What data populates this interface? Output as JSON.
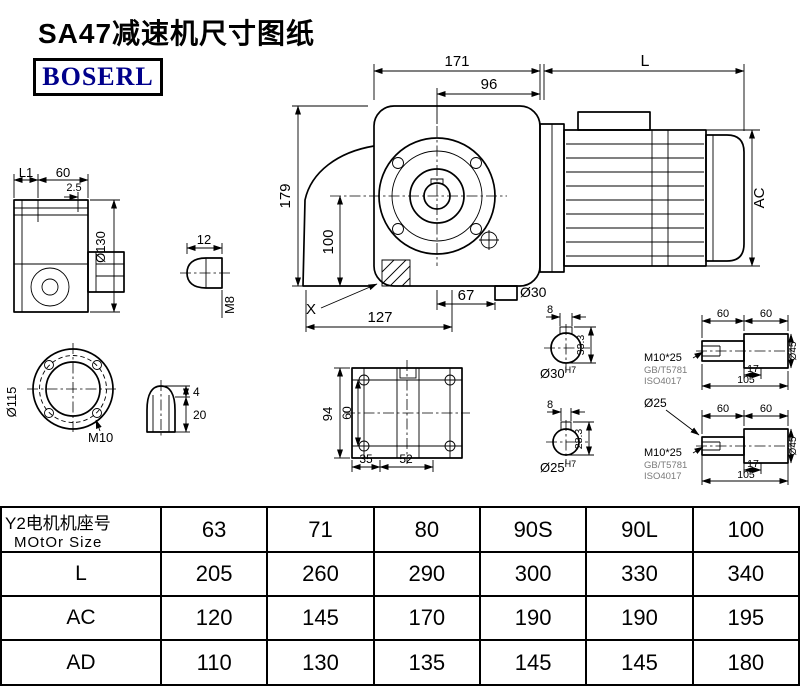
{
  "title": "SA47减速机尺寸图纸",
  "logo_text": "BOSERL",
  "front_view": {
    "dim_width_total": "171",
    "dim_motor_length": "L",
    "dim_width_right": "96",
    "dim_height_total": "179",
    "dim_height_lower": "100",
    "dim_motor_diameter": "AC",
    "shaft_diameter": "Ø30",
    "dim_center_to_face": "67",
    "view_marker": "X",
    "dim_base_width": "127"
  },
  "side_view": {
    "dim_l1": "L1",
    "dim_60": "60",
    "dim_2_5": "2.5",
    "dim_flange_diameter": "Ø130"
  },
  "detail_m8": {
    "dim_12": "12",
    "thread": "M8"
  },
  "flange_view": {
    "diameter": "Ø115",
    "thread": "M10"
  },
  "detail_m10": {
    "dim_4": "4",
    "dim_20": "20"
  },
  "bottom_view": {
    "dim_94": "94",
    "dim_60": "60",
    "dim_35": "35",
    "dim_52": "52"
  },
  "shaft_30": {
    "dim_key_width": "8",
    "dim_key_depth": "33.3",
    "bore": "Ø30",
    "bore_tol": "H7",
    "dim_60a": "60",
    "dim_60b": "60",
    "thread_spec": "M10*25",
    "std_gb": "GB/T5781",
    "std_iso": "ISO4017",
    "dim_17": "17",
    "dim_105": "105",
    "dim_od": "Ø45"
  },
  "shaft_25": {
    "label_dia": "Ø25",
    "dim_key_width": "8",
    "dim_key_depth": "28.3",
    "bore": "Ø25",
    "bore_tol": "H7",
    "dim_60a": "60",
    "dim_60b": "60",
    "thread_spec": "M10*25",
    "std_gb": "GB/T5781",
    "std_iso": "ISO4017",
    "dim_17": "17",
    "dim_105": "105",
    "dim_od": "Ø45"
  },
  "table": {
    "header_cn": "Y2电机机座号",
    "header_en": "MOtOr Size",
    "motor_sizes": [
      "63",
      "71",
      "80",
      "90S",
      "90L",
      "100"
    ],
    "rows": [
      {
        "label": "L",
        "values": [
          "205",
          "260",
          "290",
          "300",
          "330",
          "340"
        ]
      },
      {
        "label": "AC",
        "values": [
          "120",
          "145",
          "170",
          "190",
          "190",
          "195"
        ]
      },
      {
        "label": "AD",
        "values": [
          "110",
          "130",
          "135",
          "145",
          "145",
          "180"
        ]
      }
    ]
  }
}
